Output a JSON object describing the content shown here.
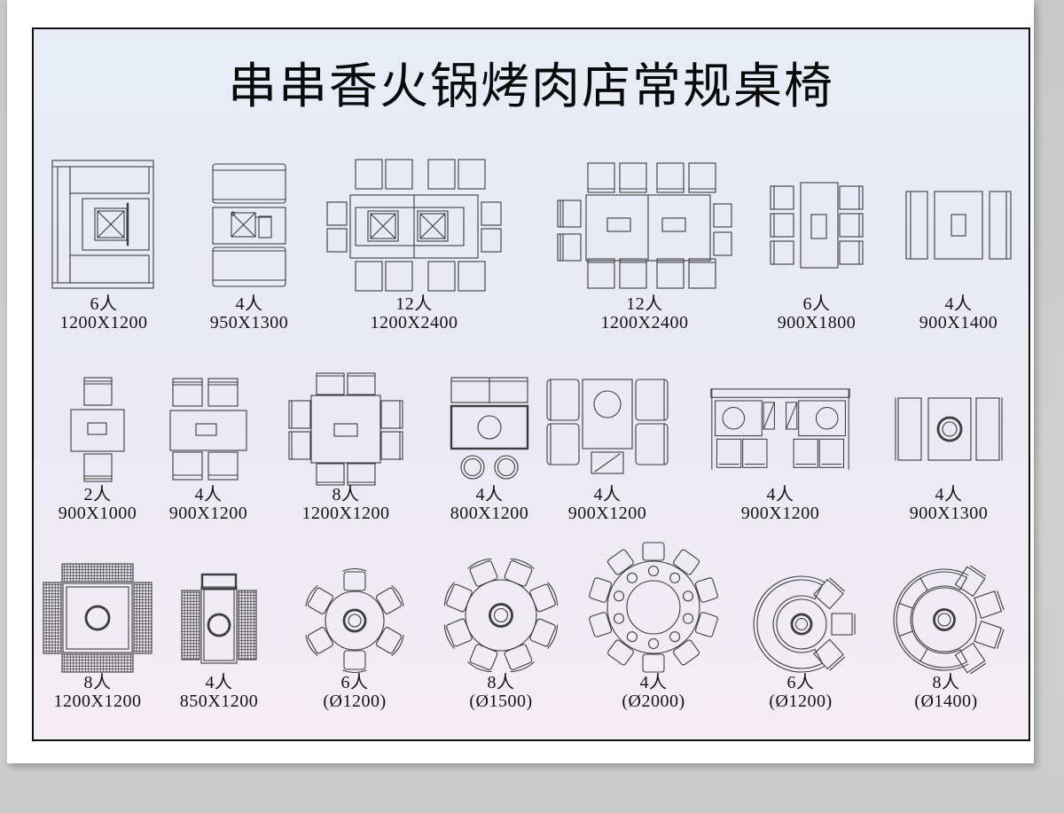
{
  "page": {
    "title": "串串香火锅烤肉店常规桌椅"
  },
  "colors": {
    "sheet_top": "#e7ecf7",
    "sheet_bottom": "#f4edf3",
    "line": "#3d3d3d",
    "paper": "#ffffff",
    "backdrop": "#cccccc"
  },
  "rows": [
    {
      "items": [
        {
          "seats": "6人",
          "size": "1200X1200"
        },
        {
          "seats": "4人",
          "size": "950X1300"
        },
        {
          "seats": "12人",
          "size": "1200X2400"
        },
        {
          "seats": "12人",
          "size": "1200X2400"
        },
        {
          "seats": "6人",
          "size": "900X1800"
        },
        {
          "seats": "4人",
          "size": "900X1400"
        }
      ]
    },
    {
      "items": [
        {
          "seats": "2人",
          "size": "900X1000"
        },
        {
          "seats": "4人",
          "size": "900X1200"
        },
        {
          "seats": "8人",
          "size": "1200X1200"
        },
        {
          "seats": "4人",
          "size": "800X1200"
        },
        {
          "seats": "4人",
          "size": "900X1200"
        },
        {
          "seats": "4人",
          "size": "900X1200"
        },
        {
          "seats": "4人",
          "size": "900X1300"
        }
      ]
    },
    {
      "items": [
        {
          "seats": "8人",
          "size": "1200X1200"
        },
        {
          "seats": "4人",
          "size": "850X1200"
        },
        {
          "seats": "6人",
          "size": "(Ø1200)"
        },
        {
          "seats": "8人",
          "size": "(Ø1500)"
        },
        {
          "seats": "4人",
          "size": "(Ø2000)"
        },
        {
          "seats": "6人",
          "size": "(Ø1200)"
        },
        {
          "seats": "8人",
          "size": "(Ø1400)"
        }
      ]
    }
  ]
}
